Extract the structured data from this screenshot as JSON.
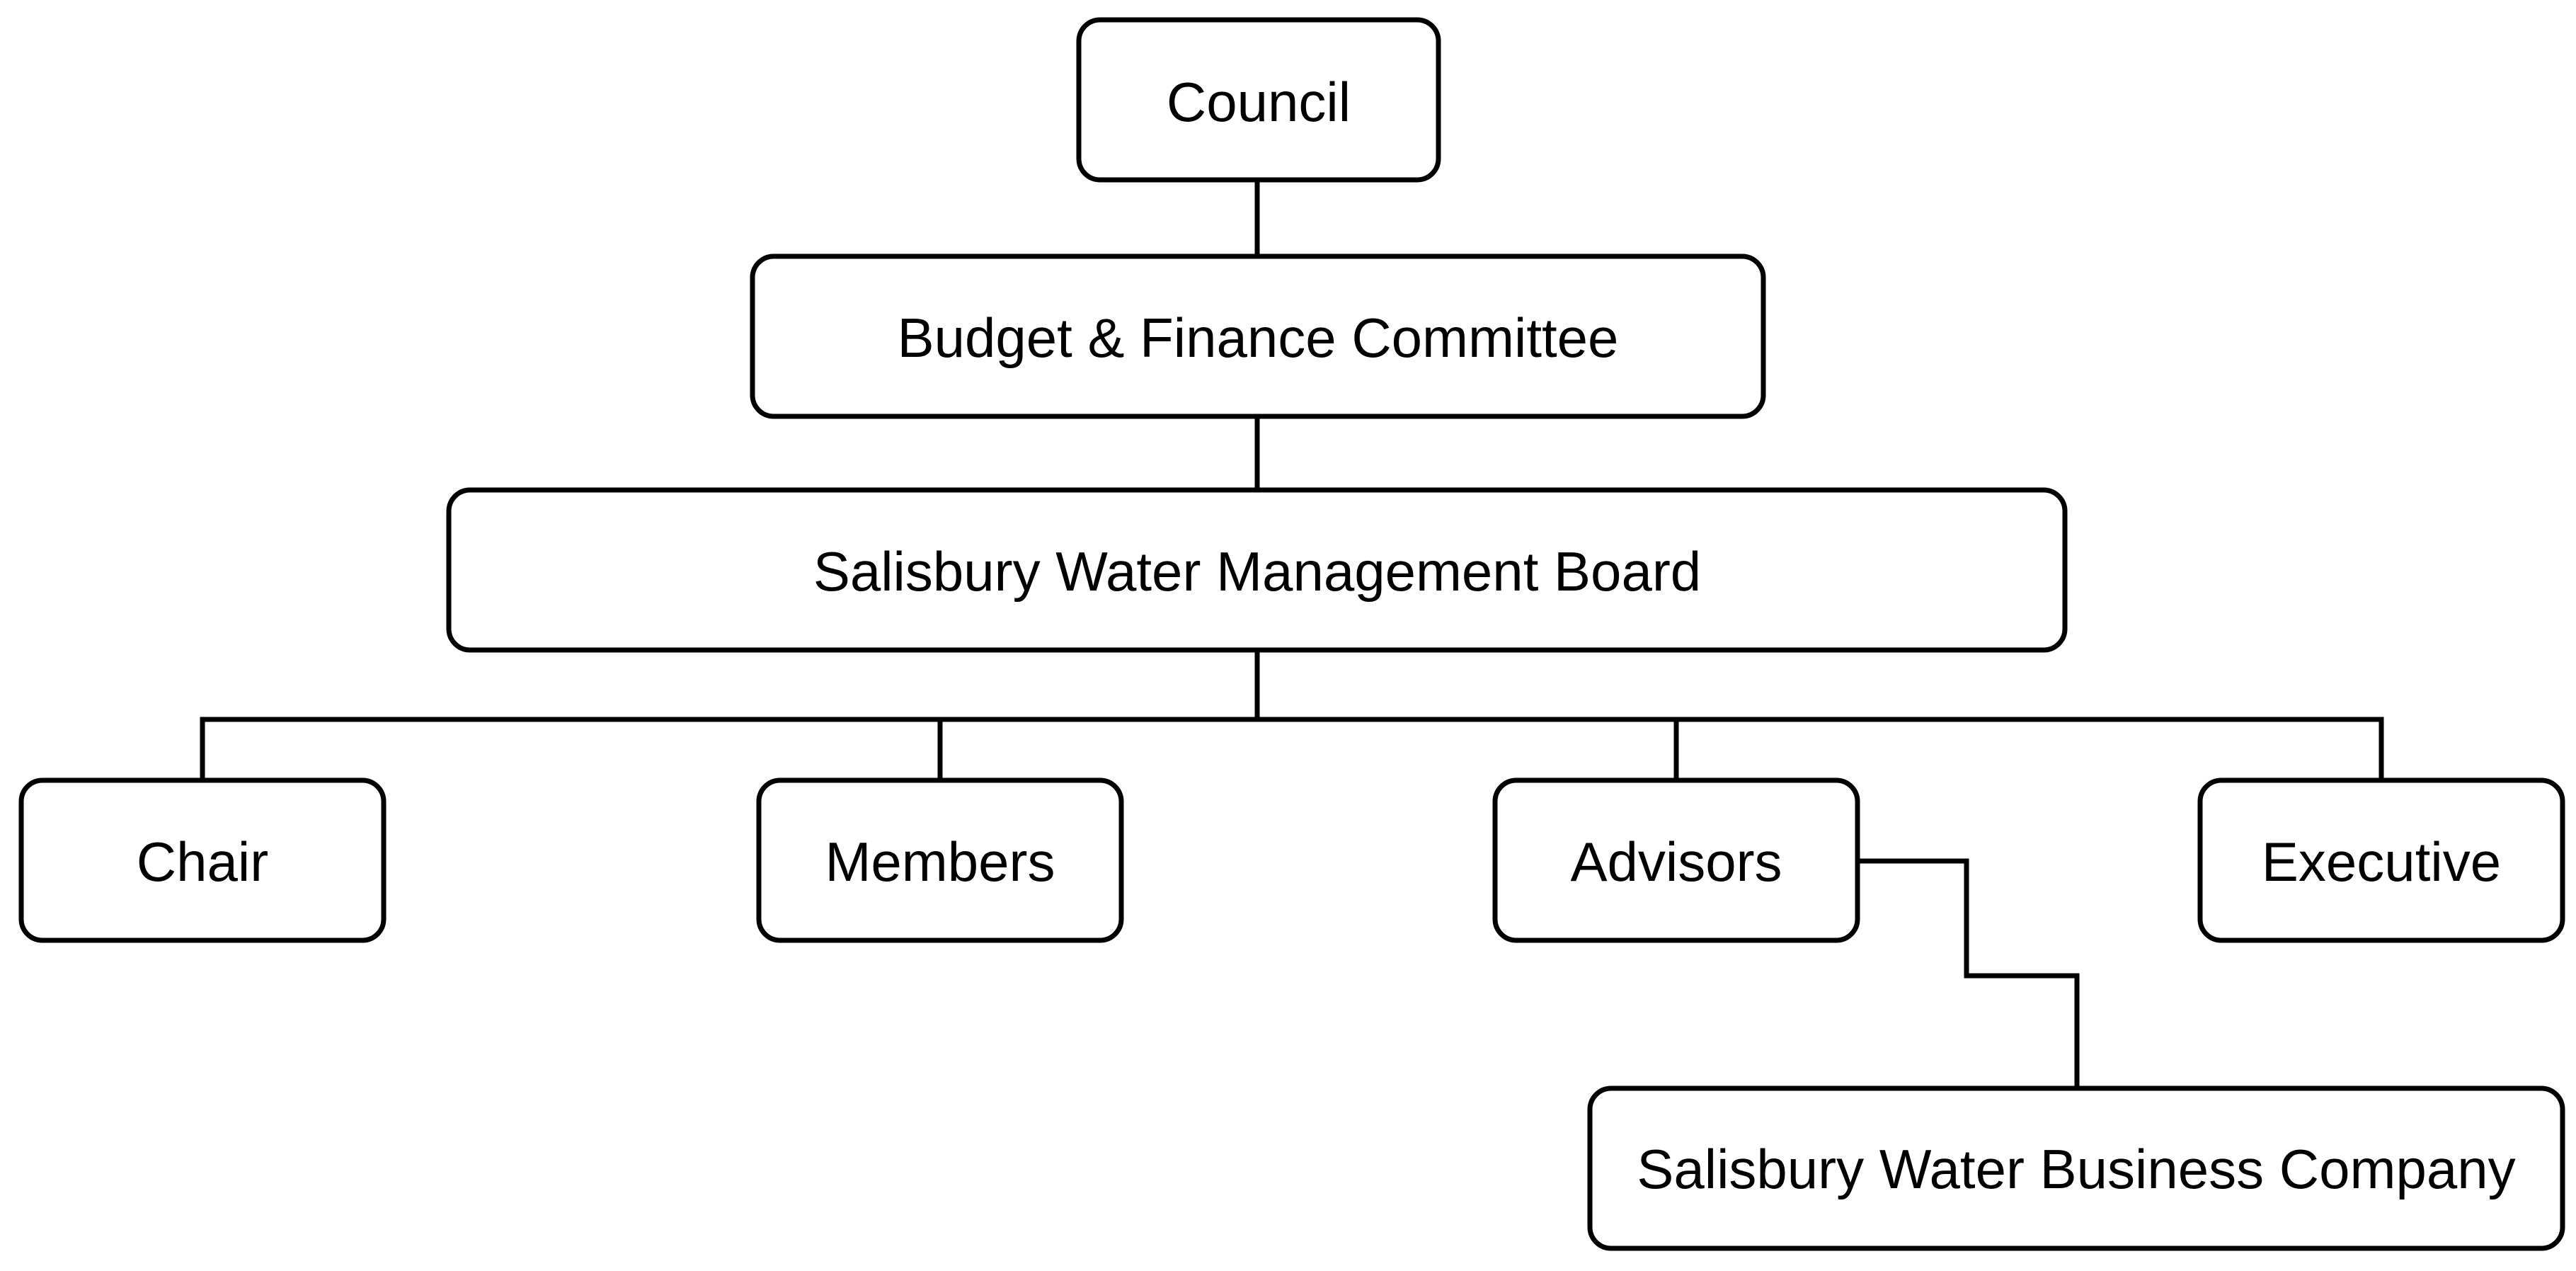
{
  "diagram": {
    "nodes": {
      "council": "Council",
      "budget": "Budget & Finance Committee",
      "board": "Salisbury Water Management Board",
      "chair": "Chair",
      "members": "Members",
      "advisors": "Advisors",
      "executive": "Executive",
      "company": "Salisbury Water Business Company"
    },
    "edges": [
      [
        "council",
        "budget"
      ],
      [
        "budget",
        "board"
      ],
      [
        "board",
        "chair"
      ],
      [
        "board",
        "members"
      ],
      [
        "board",
        "advisors"
      ],
      [
        "board",
        "executive"
      ],
      [
        "advisors",
        "company"
      ]
    ]
  }
}
